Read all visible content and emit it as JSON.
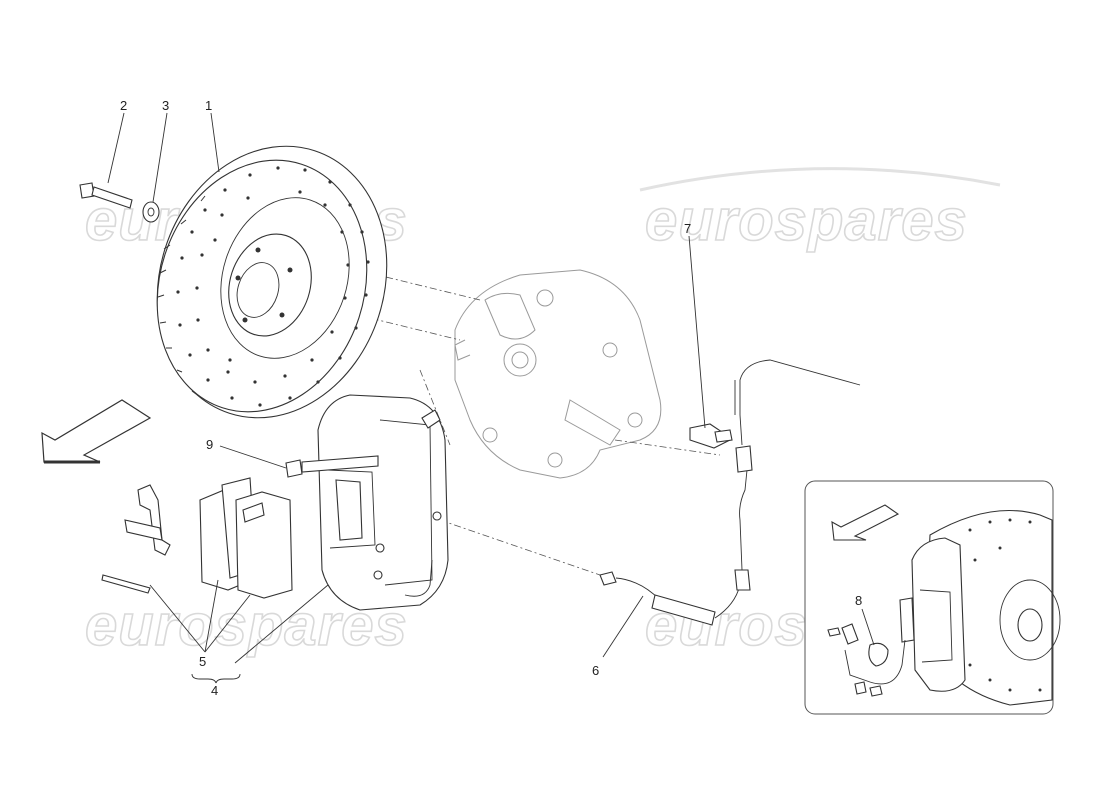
{
  "watermark": {
    "text": "eurospares"
  },
  "callouts": {
    "c1": "1",
    "c2": "2",
    "c3": "3",
    "c4": "4",
    "c5": "5",
    "c6": "6",
    "c7": "7",
    "c8": "8",
    "c9": "9"
  },
  "colors": {
    "line": "#333333",
    "watermark": "#d9d9d9",
    "background": "#ffffff"
  },
  "icons": {
    "direction_arrow": "arrow-down-left-icon",
    "inset_direction_arrow": "arrow-down-left-icon"
  }
}
